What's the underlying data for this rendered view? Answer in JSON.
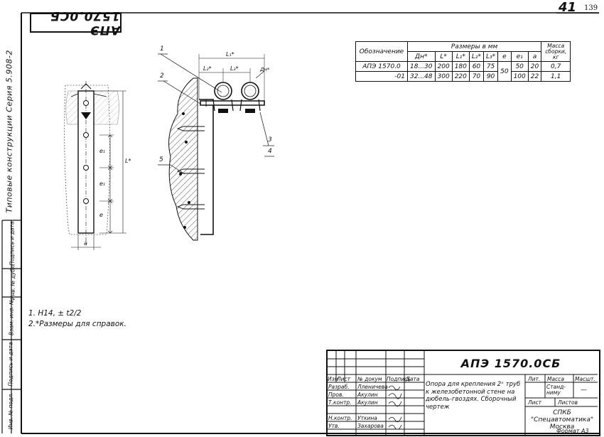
{
  "header": {
    "page_number": "41",
    "page_number_small": "139",
    "stamp": "АПЭ 1570.0СБ"
  },
  "sidebar": {
    "series": "Типовые конструкции Серия 5.908-2",
    "cells": [
      "Подпись и дата",
      "Инв. № дубл.",
      "Взам. инв. №",
      "Подпись и дата",
      "Инв. № подл."
    ]
  },
  "drawing": {
    "callouts": [
      "1",
      "2",
      "3",
      "4",
      "5"
    ],
    "dims_left": [
      "е₁",
      "е₁",
      "е",
      "L*",
      "а"
    ],
    "dims_top": [
      "L₁*",
      "L₂*",
      "L₃*",
      "Дн*"
    ]
  },
  "spec_table": {
    "header_group": "Размеры в мм",
    "mass_header": "Масса сборки, кг",
    "columns": [
      "Обозначение",
      "Дн*",
      "L*",
      "L₁*",
      "L₂*",
      "L₃*",
      "е",
      "е₁",
      "а"
    ],
    "rows": [
      {
        "designation": "АПЭ 1570.0",
        "dn": "18...30",
        "l": "200",
        "l1": "180",
        "l2": "60",
        "l3": "75",
        "e1": "50",
        "a": "20",
        "mass": "0,7"
      },
      {
        "designation": "-01",
        "dn": "32...48",
        "l": "300",
        "l1": "220",
        "l2": "70",
        "l3": "90",
        "e1": "100",
        "a": "22",
        "mass": "1,1"
      }
    ],
    "shared_e": "50"
  },
  "notes": {
    "note1": "1. Н14, ± t2/2",
    "note2": "2.*Размеры для справок."
  },
  "title_block": {
    "designation": "АПЭ 1570.0СБ",
    "description": "Опора для крепления 2ˣ труб к железобетонной стене на дюбель-гвоздях. Сборочный чертеж",
    "col_labels": [
      "Изм",
      "Лист",
      "№ докум",
      "Подпись",
      "Дата"
    ],
    "roles": [
      "Разраб.",
      "Пров.",
      "Т.контр.",
      "Н.контр.",
      "Утв."
    ],
    "names": [
      "Лленичева",
      "Акулин",
      "Акулин",
      "Уткина",
      "Захарова"
    ],
    "lit_label": "Лит.",
    "mass_label": "Масса",
    "scale_label": "Масшт.",
    "lit_value": "Станд-ниму",
    "scale_value": "—",
    "sheet_label": "Лист",
    "sheets_label": "Листов",
    "organization": "СПКБ \"Спецавтоматика\" Москва",
    "format": "Формат А3"
  }
}
